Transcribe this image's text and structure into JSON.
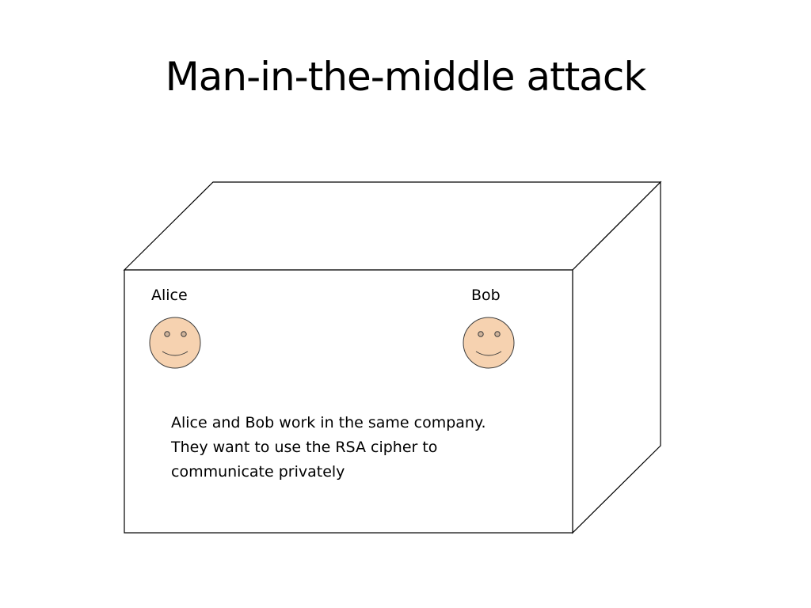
{
  "slide": {
    "title": "Man-in-the-middle attack"
  },
  "people": {
    "alice": {
      "label": "Alice",
      "icon": "smiley-face-icon"
    },
    "bob": {
      "label": "Bob",
      "icon": "smiley-face-icon"
    }
  },
  "caption": {
    "lines": [
      "Alice and Bob work in the same company.",
      "They want to use the RSA cipher to",
      "communicate privately"
    ]
  },
  "colors": {
    "face_fill": "#F6D2B0",
    "outline": "#3C3C3C",
    "box_stroke": "#000000",
    "background": "#FFFFFF"
  }
}
